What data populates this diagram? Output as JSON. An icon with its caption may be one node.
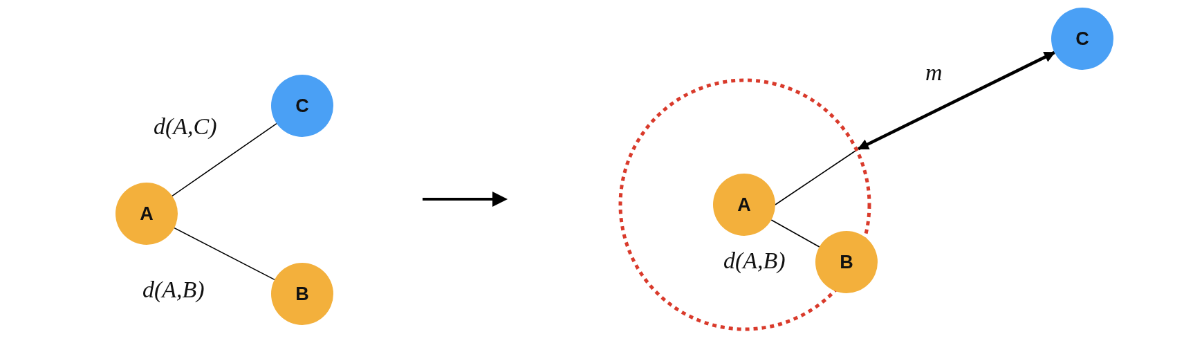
{
  "diagram": {
    "nodes": [
      {
        "text": [
          "A"
        ]
      },
      {
        "text": [
          "C"
        ]
      },
      {
        "text": [
          "B"
        ]
      },
      {
        "text": [],
        "shape": "circle"
      },
      {
        "text": [
          "A"
        ],
        "in": 3
      },
      {
        "text": [
          "B"
        ]
      },
      {
        "text": [
          "C"
        ]
      }
    ],
    "edges": [
      {
        "from": 0,
        "to": 1,
        "arrow": "none",
        "label": "d(A,C)"
      },
      {
        "from": 0,
        "to": 2,
        "arrow": "none",
        "label": "d(A,B)"
      },
      {
        "from": 4,
        "to": 3,
        "arrow": "none"
      },
      {
        "from": 3,
        "to": 6,
        "arrow": "both",
        "style": "thick",
        "label": "m"
      },
      {
        "from": 4,
        "to": 5,
        "arrow": "none",
        "label": "d(A,B)"
      }
    ]
  }
}
